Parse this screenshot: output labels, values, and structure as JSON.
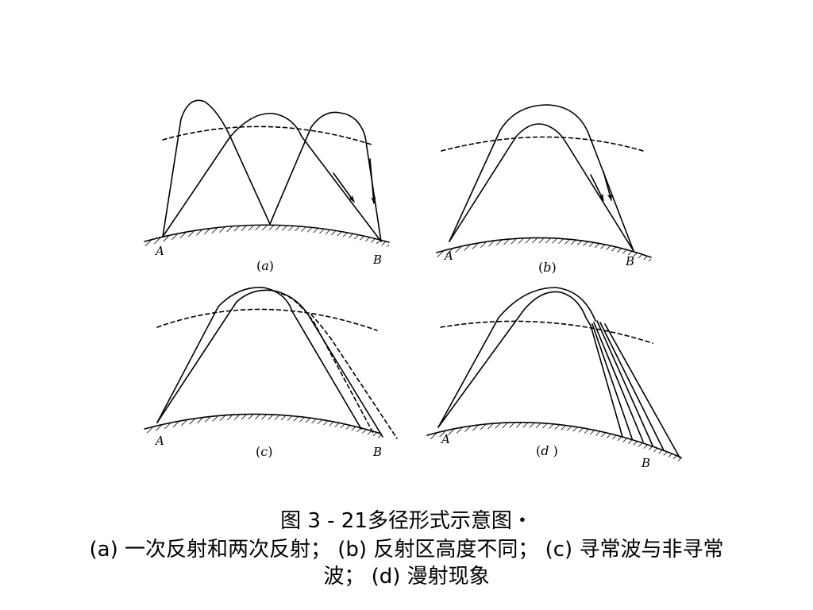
{
  "panels": {
    "a": {
      "label_start": "A",
      "label_end": "B",
      "sub_open": "(",
      "sub_letter": "a",
      "sub_close": ")"
    },
    "b": {
      "label_start": "A",
      "label_end": "B",
      "sub_open": "(",
      "sub_letter": "b",
      "sub_close": ")"
    },
    "c": {
      "label_start": "A",
      "label_end": "B",
      "sub_open": "(",
      "sub_letter": "c",
      "sub_close": ")"
    },
    "d": {
      "label_start": "A",
      "label_end": "B",
      "sub_open": "(",
      "sub_letter": "d",
      "sub_close": " )"
    }
  },
  "caption": {
    "line1": "图 3 - 21多径形式示意图・",
    "line2": "(a) 一次反射和两次反射； (b) 反射区高度不同； (c) 寻常波与非寻常",
    "line3": "波； (d) 漫射现象"
  },
  "colors": {
    "stroke": "#000000",
    "background": "#ffffff"
  }
}
